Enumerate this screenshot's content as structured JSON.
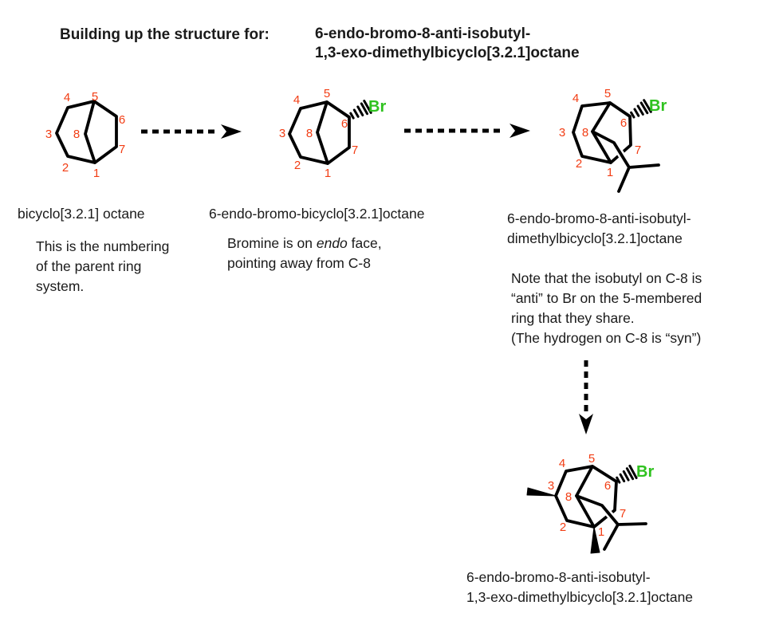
{
  "title": {
    "label": "Building up the structure for:",
    "compound_line1": "6-endo-bromo-8-anti-isobutyl-",
    "compound_line2": "1,3-exo-dimethylbicyclo[3.2.1]octane"
  },
  "colors": {
    "atom_number": "#f23d14",
    "bromine": "#2fc21f",
    "bond": "#000000",
    "text": "#1a1a1a"
  },
  "structures": [
    {
      "id": "parent-ring",
      "caption": "bicyclo[3.2.1] octane",
      "note_lines": [
        "This is the numbering",
        "of the parent ring",
        "system."
      ],
      "atoms": {
        "n1": "1",
        "n2": "2",
        "n3": "3",
        "n4": "4",
        "n5": "5",
        "n6": "6",
        "n7": "7",
        "n8": "8"
      }
    },
    {
      "id": "endo-bromo",
      "caption": "6-endo-bromo-bicyclo[3.2.1]octane",
      "note": {
        "pre": "Bromine is on ",
        "italic": "endo",
        "post": " face,",
        "line2": "pointing away from C-8"
      },
      "atoms": {
        "n1": "1",
        "n2": "2",
        "n3": "3",
        "n4": "4",
        "n5": "5",
        "n6": "6",
        "n7": "7",
        "n8": "8",
        "br": "Br"
      }
    },
    {
      "id": "endo-bromo-anti-isobutyl",
      "caption_lines": [
        "6-endo-bromo-8-anti-isobutyl-",
        "dimethylbicyclo[3.2.1]octane"
      ],
      "note_lines": [
        "Note that the isobutyl on C-8 is",
        "“anti” to Br on the 5-membered",
        "ring that they share.",
        "(The hydrogen on C-8 is “syn”)"
      ],
      "atoms": {
        "n1": "1",
        "n2": "2",
        "n3": "3",
        "n4": "4",
        "n5": "5",
        "n6": "6",
        "n7": "7",
        "n8": "8",
        "br": "Br"
      }
    },
    {
      "id": "final-molecule",
      "caption_lines": [
        "6-endo-bromo-8-anti-isobutyl-",
        "1,3-exo-dimethylbicyclo[3.2.1]octane"
      ],
      "atoms": {
        "n1": "1",
        "n2": "2",
        "n3": "3",
        "n4": "4",
        "n5": "5",
        "n6": "6",
        "n7": "7",
        "n8": "8",
        "br": "Br"
      }
    }
  ]
}
